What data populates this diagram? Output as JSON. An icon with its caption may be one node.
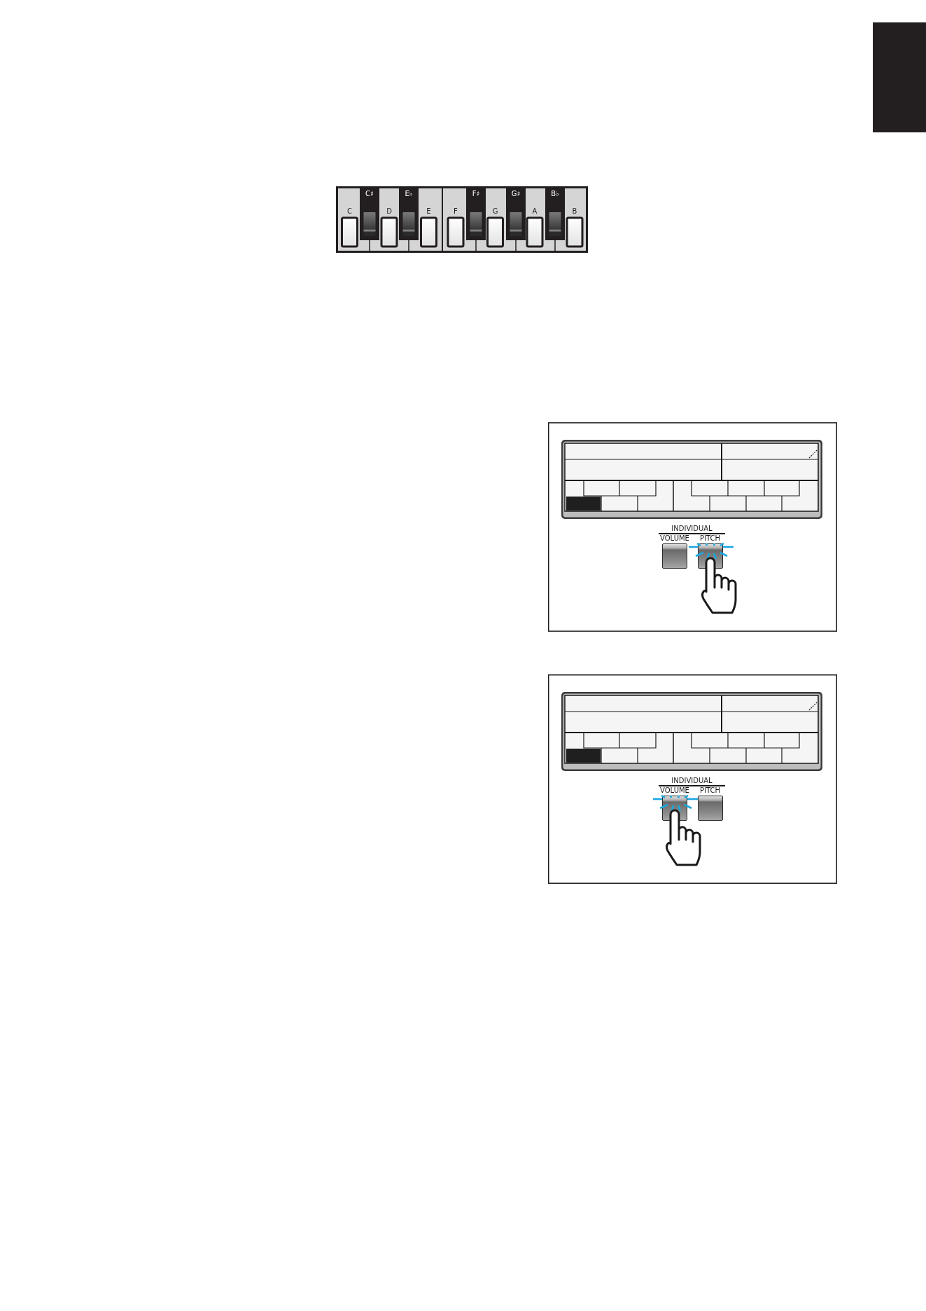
{
  "diagram": {
    "nodes": [
      {
        "text": [
          "C",
          "C♯",
          "D",
          "E♭",
          "E",
          "F",
          "F♯",
          "G",
          "G♯",
          "A",
          "B♭",
          "B"
        ]
      },
      {
        "text": [
          "INDIVIDUAL",
          "VOLUME",
          "PITCH"
        ]
      },
      {
        "text": [
          "INDIVIDUAL",
          "VOLUME",
          "PITCH"
        ]
      }
    ]
  }
}
